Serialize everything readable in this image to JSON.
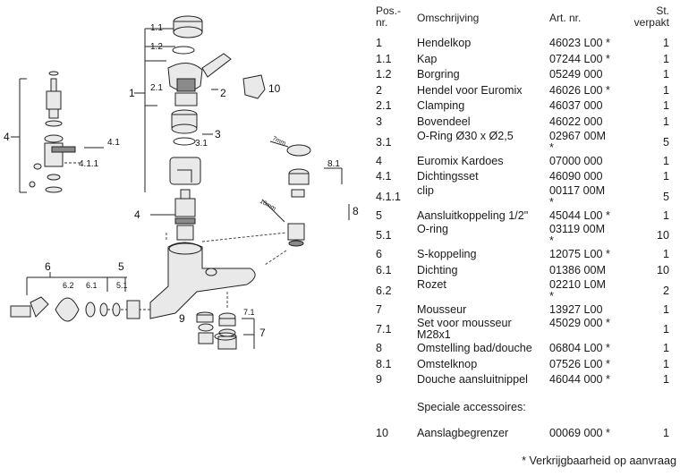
{
  "table": {
    "headers": {
      "pos": "Pos.-\nnr.",
      "desc": "Omschrijving",
      "art": "Art. nr.",
      "qty": "St.\nverpakt"
    },
    "rows": [
      {
        "pos": "1",
        "desc": "Hendelkop",
        "art": "46023 L00 *",
        "qty": "1"
      },
      {
        "pos": "1.1",
        "desc": "Kap",
        "art": "07244 L00 *",
        "qty": "1"
      },
      {
        "pos": "1.2",
        "desc": "Borgring",
        "art": "05249 000",
        "qty": "1"
      },
      {
        "pos": "2",
        "desc": "Hendel voor Euromix",
        "art": "46026 L00 *",
        "qty": "1"
      },
      {
        "pos": "2.1",
        "desc": "Clamping",
        "art": "46037 000",
        "qty": "1"
      },
      {
        "pos": "3",
        "desc": "Bovendeel",
        "art": "46022 000",
        "qty": "1"
      },
      {
        "pos": "3.1",
        "desc": "O-Ring Ø30 x Ø2,5",
        "art": "02967 00M\n*",
        "qty": "5"
      },
      {
        "pos": "4",
        "desc": "Euromix Kardoes",
        "art": "07000 000",
        "qty": "1"
      },
      {
        "pos": "4.1",
        "desc": "Dichtingsset",
        "art": "46090 000",
        "qty": "1"
      },
      {
        "pos": "4.1.1",
        "desc": "clip",
        "art": "00117 00M\n*",
        "qty": "5"
      },
      {
        "pos": "5",
        "desc": "Aansluitkoppeling 1/2\"",
        "art": "45044 L00 *",
        "qty": "1"
      },
      {
        "pos": "5.1",
        "desc": "O-ring",
        "art": "03119 00M\n*",
        "qty": "10"
      },
      {
        "pos": "6",
        "desc": "S-koppeling",
        "art": "12075 L00 *",
        "qty": "1"
      },
      {
        "pos": "6.1",
        "desc": "Dichting",
        "art": "01386 00M",
        "qty": "10"
      },
      {
        "pos": "6.2",
        "desc": "Rozet",
        "art": "02210 L0M\n*",
        "qty": "2"
      },
      {
        "pos": "7",
        "desc": "Mousseur",
        "art": "13927 L00",
        "qty": "1"
      },
      {
        "pos": "7.1",
        "desc": "Set voor mousseur\nM28x1",
        "art": "45029 000 *",
        "qty": "1"
      },
      {
        "pos": "8",
        "desc": "Omstelling bad/douche",
        "art": "06804 L00 *",
        "qty": "1"
      },
      {
        "pos": "8.1",
        "desc": "Omstelknop",
        "art": "07526 L00 *",
        "qty": "1"
      },
      {
        "pos": "9",
        "desc": "Douche aansluitnippel",
        "art": "46044 000 *",
        "qty": "1"
      }
    ],
    "section_label": "Speciale accessoires:",
    "accessories": [
      {
        "pos": "10",
        "desc": "Aanslagbegrenzer",
        "art": "00069 000 *",
        "qty": "1"
      }
    ],
    "footnote": "* Verkrijgbaarheid op aanvraag"
  },
  "drawing": {
    "callouts": [
      "1.1",
      "1.2",
      "1",
      "2.1",
      "2",
      "10",
      "3",
      "3.1",
      "4",
      "4.1",
      "4.1.1",
      "4",
      "8",
      "8.1",
      "6",
      "6.2",
      "6.1",
      "5",
      "5.1",
      "9",
      "7.1",
      "7",
      "7mm",
      "10mm"
    ]
  }
}
